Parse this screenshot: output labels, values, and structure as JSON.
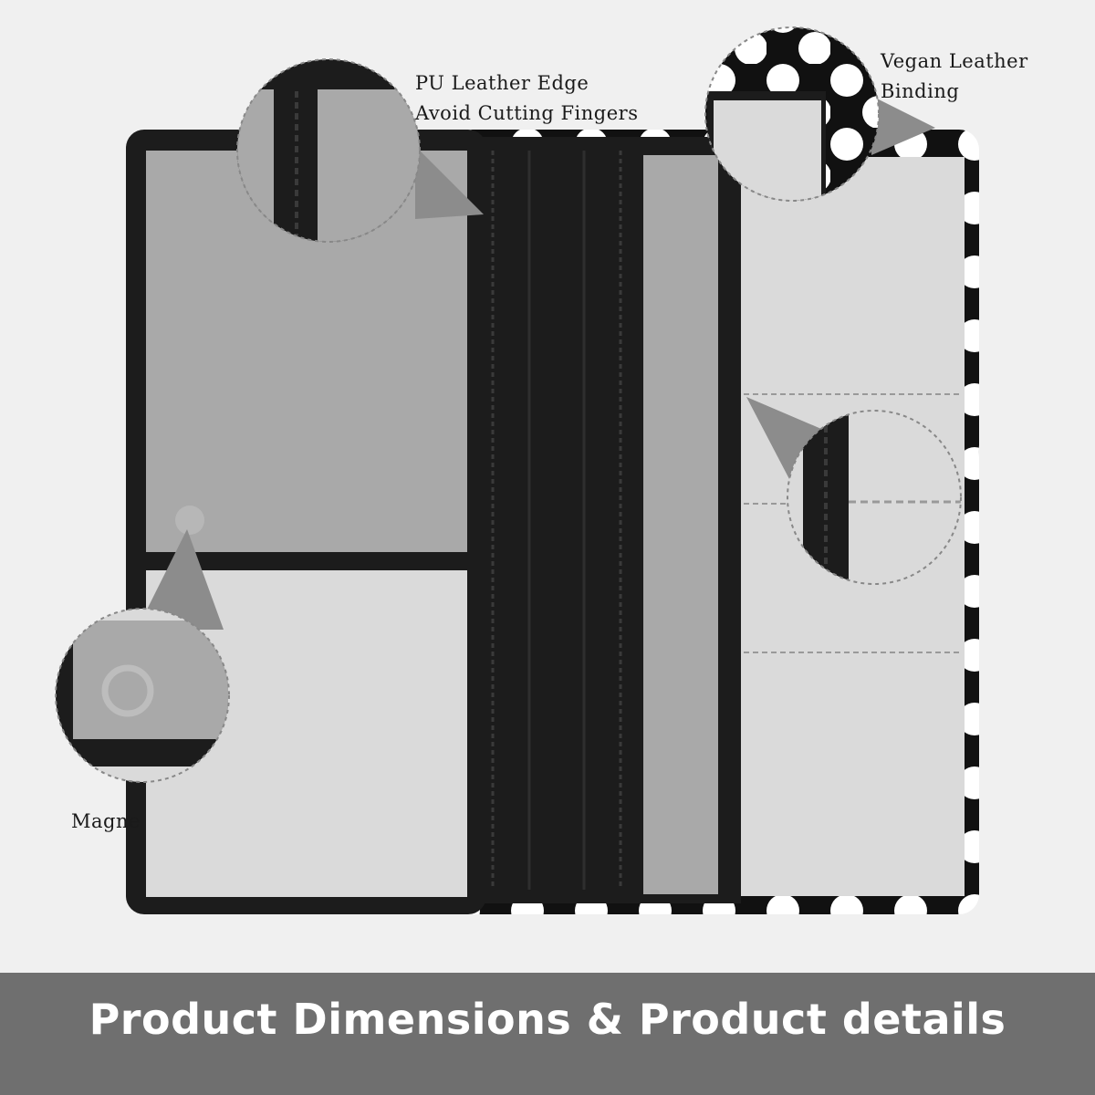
{
  "colors": {
    "background": "#f0f0f0",
    "leather": "#1c1c1c",
    "pocket_gray": "#a9a9a9",
    "pocket_light": "#dadada",
    "banner": "#6f6f6f",
    "banner_text": "#ffffff"
  },
  "callouts": {
    "pu_edge": {
      "line1": "PU Leather Edge",
      "line2": "Avoid Cutting Fingers"
    },
    "vegan_binding": {
      "line1": "Vegan Leather",
      "line2": "Binding"
    },
    "magnet": {
      "label": "Magne"
    }
  },
  "banner": {
    "title": "Product Dimensions & Product details"
  }
}
